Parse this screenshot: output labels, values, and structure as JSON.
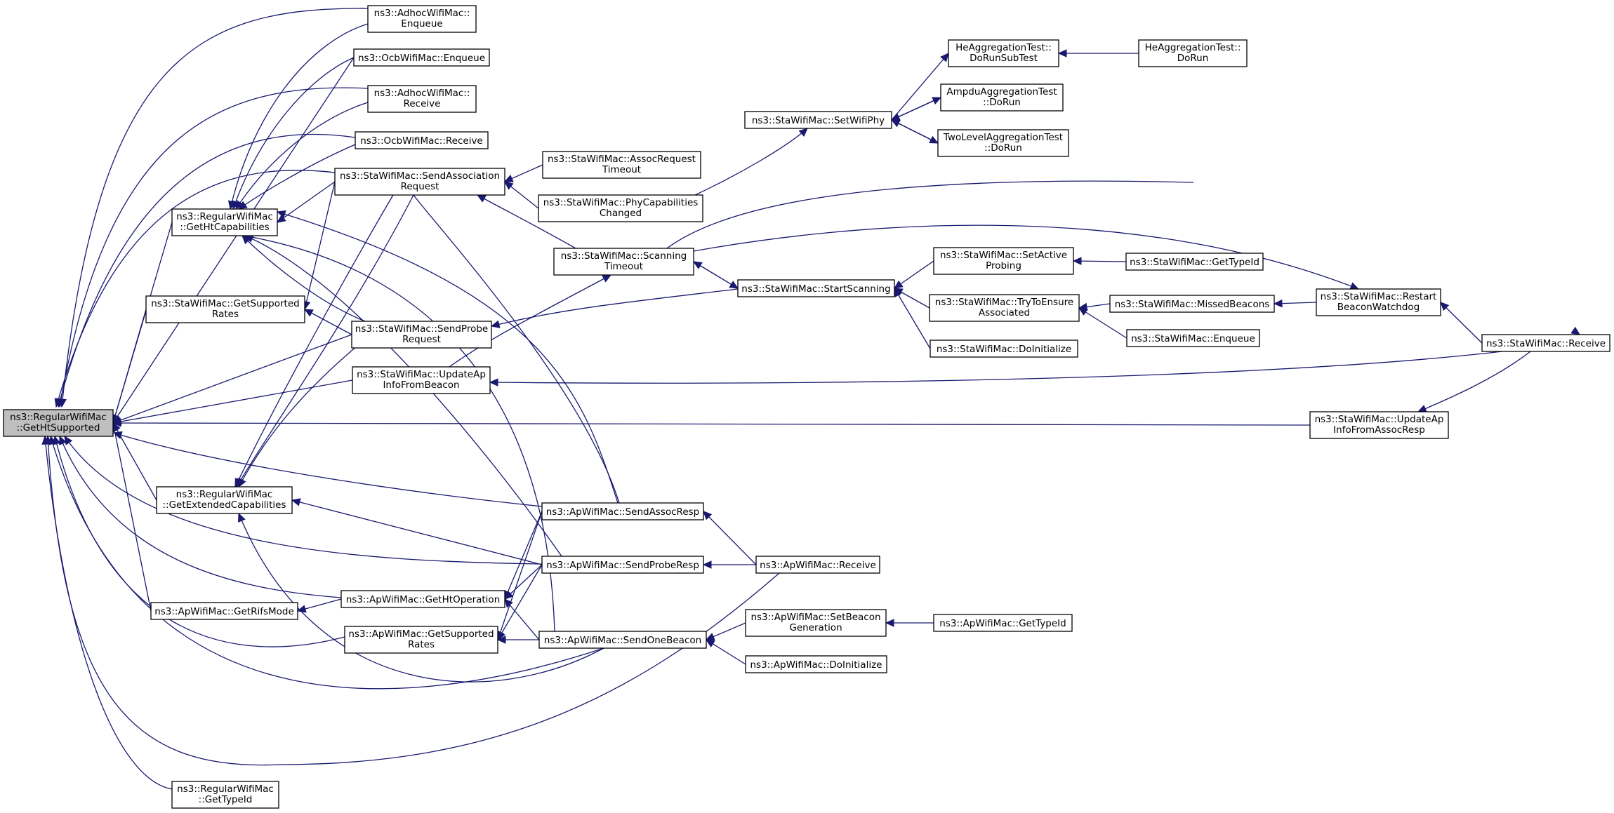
{
  "nodes": [
    {
      "id": "root",
      "lines": [
        "ns3::RegularWifiMac",
        "::GetHtSupported"
      ],
      "root": true
    },
    {
      "id": "adhocEnq",
      "lines": [
        "ns3::AdhocWifiMac::",
        "Enqueue"
      ]
    },
    {
      "id": "ocbEnq",
      "lines": [
        "ns3::OcbWifiMac::Enqueue"
      ]
    },
    {
      "id": "adhocRecv",
      "lines": [
        "ns3::AdhocWifiMac::",
        "Receive"
      ]
    },
    {
      "id": "ocbRecv",
      "lines": [
        "ns3::OcbWifiMac::Receive"
      ]
    },
    {
      "id": "getHtCap",
      "lines": [
        "ns3::RegularWifiMac",
        "::GetHtCapabilities"
      ]
    },
    {
      "id": "sendAssocReq",
      "lines": [
        "ns3::StaWifiMac::SendAssociation",
        "Request"
      ]
    },
    {
      "id": "assocReqTimeout",
      "lines": [
        "ns3::StaWifiMac::AssocRequest",
        "Timeout"
      ]
    },
    {
      "id": "phyCapChanged",
      "lines": [
        "ns3::StaWifiMac::PhyCapabilities",
        "Changed"
      ]
    },
    {
      "id": "setWifiPhy",
      "lines": [
        "ns3::StaWifiMac::SetWifiPhy"
      ]
    },
    {
      "id": "heDoRunSub",
      "lines": [
        "HeAggregationTest::",
        "DoRunSubTest"
      ]
    },
    {
      "id": "heDoRun",
      "lines": [
        "HeAggregationTest::",
        "DoRun"
      ]
    },
    {
      "id": "ampduDoRun",
      "lines": [
        "AmpduAggregationTest",
        "::DoRun"
      ]
    },
    {
      "id": "twoLevelDoRun",
      "lines": [
        "TwoLevelAggregationTest",
        "::DoRun"
      ]
    },
    {
      "id": "staGetSuppRates",
      "lines": [
        "ns3::StaWifiMac::GetSupported",
        "Rates"
      ]
    },
    {
      "id": "scanTimeout",
      "lines": [
        "ns3::StaWifiMac::Scanning",
        "Timeout"
      ]
    },
    {
      "id": "startScanning",
      "lines": [
        "ns3::StaWifiMac::StartScanning"
      ]
    },
    {
      "id": "setActiveProbing",
      "lines": [
        "ns3::StaWifiMac::SetActive",
        "Probing"
      ]
    },
    {
      "id": "staGetTypeId",
      "lines": [
        "ns3::StaWifiMac::GetTypeId"
      ]
    },
    {
      "id": "tryEnsureAssoc",
      "lines": [
        "ns3::StaWifiMac::TryToEnsure",
        "Associated"
      ]
    },
    {
      "id": "missedBeacons",
      "lines": [
        "ns3::StaWifiMac::MissedBeacons"
      ]
    },
    {
      "id": "restartBeacon",
      "lines": [
        "ns3::StaWifiMac::Restart",
        "BeaconWatchdog"
      ]
    },
    {
      "id": "staEnqueue",
      "lines": [
        "ns3::StaWifiMac::Enqueue"
      ]
    },
    {
      "id": "staDoInit",
      "lines": [
        "ns3::StaWifiMac::DoInitialize"
      ]
    },
    {
      "id": "staReceive",
      "lines": [
        "ns3::StaWifiMac::Receive"
      ]
    },
    {
      "id": "sendProbeReq",
      "lines": [
        "ns3::StaWifiMac::SendProbe",
        "Request"
      ]
    },
    {
      "id": "updApFromBeacon",
      "lines": [
        "ns3::StaWifiMac::UpdateAp",
        "InfoFromBeacon"
      ]
    },
    {
      "id": "updApFromAssocResp",
      "lines": [
        "ns3::StaWifiMac::UpdateAp",
        "InfoFromAssocResp"
      ]
    },
    {
      "id": "getExtCap",
      "lines": [
        "ns3::RegularWifiMac",
        "::GetExtendedCapabilities"
      ]
    },
    {
      "id": "sendAssocResp",
      "lines": [
        "ns3::ApWifiMac::SendAssocResp"
      ]
    },
    {
      "id": "sendProbeResp",
      "lines": [
        "ns3::ApWifiMac::SendProbeResp"
      ]
    },
    {
      "id": "apReceive",
      "lines": [
        "ns3::ApWifiMac::Receive"
      ]
    },
    {
      "id": "getRifsMode",
      "lines": [
        "ns3::ApWifiMac::GetRifsMode"
      ]
    },
    {
      "id": "getHtOp",
      "lines": [
        "ns3::ApWifiMac::GetHtOperation"
      ]
    },
    {
      "id": "apGetSuppRates",
      "lines": [
        "ns3::ApWifiMac::GetSupported",
        "Rates"
      ]
    },
    {
      "id": "sendOneBeacon",
      "lines": [
        "ns3::ApWifiMac::SendOneBeacon"
      ]
    },
    {
      "id": "setBeaconGen",
      "lines": [
        "ns3::ApWifiMac::SetBeacon",
        "Generation"
      ]
    },
    {
      "id": "apGetTypeId",
      "lines": [
        "ns3::ApWifiMac::GetTypeId"
      ]
    },
    {
      "id": "apDoInit",
      "lines": [
        "ns3::ApWifiMac::DoInitialize"
      ]
    },
    {
      "id": "regGetTypeId",
      "lines": [
        "ns3::RegularWifiMac",
        "::GetTypeId"
      ]
    }
  ],
  "edges": [
    {
      "from": "adhocEnq",
      "to": "root"
    },
    {
      "from": "ocbEnq",
      "to": "root"
    },
    {
      "from": "adhocRecv",
      "to": "root"
    },
    {
      "from": "ocbRecv",
      "to": "root"
    },
    {
      "from": "sendAssocReq",
      "to": "root"
    },
    {
      "from": "getHtCap",
      "to": "root"
    },
    {
      "from": "staGetSuppRates",
      "to": "root"
    },
    {
      "from": "sendProbeReq",
      "to": "root"
    },
    {
      "from": "updApFromBeacon",
      "to": "root"
    },
    {
      "from": "updApFromAssocResp",
      "to": "root"
    },
    {
      "from": "sendAssocResp",
      "to": "root"
    },
    {
      "from": "getExtCap",
      "to": "root"
    },
    {
      "from": "sendProbeResp",
      "to": "root"
    },
    {
      "from": "getHtOp",
      "to": "root"
    },
    {
      "from": "getRifsMode",
      "to": "root"
    },
    {
      "from": "apGetSuppRates",
      "to": "root"
    },
    {
      "from": "sendOneBeacon",
      "to": "root"
    },
    {
      "from": "apReceive",
      "to": "root"
    },
    {
      "from": "regGetTypeId",
      "to": "root"
    },
    {
      "from": "adhocEnq",
      "to": "getHtCap"
    },
    {
      "from": "ocbEnq",
      "to": "getHtCap"
    },
    {
      "from": "adhocRecv",
      "to": "getHtCap"
    },
    {
      "from": "ocbRecv",
      "to": "getHtCap"
    },
    {
      "from": "sendAssocReq",
      "to": "getHtCap"
    },
    {
      "from": "sendProbeReq",
      "to": "getHtCap"
    },
    {
      "from": "sendAssocResp",
      "to": "getHtCap"
    },
    {
      "from": "sendProbeResp",
      "to": "getHtCap"
    },
    {
      "from": "sendOneBeacon",
      "to": "getHtCap"
    },
    {
      "from": "assocReqTimeout",
      "to": "sendAssocReq"
    },
    {
      "from": "phyCapChanged",
      "to": "sendAssocReq"
    },
    {
      "from": "scanTimeout",
      "to": "sendAssocReq"
    },
    {
      "from": "phyCapChanged",
      "to": "setWifiPhy"
    },
    {
      "from": "setWifiPhy",
      "to": "heDoRunSub"
    },
    {
      "from": "setWifiPhy",
      "to": "ampduDoRun"
    },
    {
      "from": "setWifiPhy",
      "to": "twoLevelDoRun"
    },
    {
      "from": "heDoRun",
      "to": "heDoRunSub"
    },
    {
      "from": "ampduDoRun",
      "to": "setWifiPhy"
    },
    {
      "from": "twoLevelDoRun",
      "to": "setWifiPhy"
    },
    {
      "from": "startScanning",
      "to": "scanTimeout"
    },
    {
      "from": "scanTimeout",
      "to": "startScanning"
    },
    {
      "from": "setActiveProbing",
      "to": "startScanning"
    },
    {
      "from": "tryEnsureAssoc",
      "to": "startScanning"
    },
    {
      "from": "staDoInit",
      "to": "startScanning"
    },
    {
      "from": "staGetTypeId",
      "to": "setActiveProbing"
    },
    {
      "from": "missedBeacons",
      "to": "tryEnsureAssoc"
    },
    {
      "from": "staEnqueue",
      "to": "tryEnsureAssoc"
    },
    {
      "from": "restartBeacon",
      "to": "missedBeacons"
    },
    {
      "from": "staReceive",
      "to": "restartBeacon"
    },
    {
      "from": "scanTimeout",
      "to": "restartBeacon"
    },
    {
      "from": "scanTimeout",
      "to": "staReceive"
    },
    {
      "from": "staReceive",
      "to": "updApFromBeacon"
    },
    {
      "from": "staReceive",
      "to": "updApFromAssocResp"
    },
    {
      "from": "updApFromBeacon",
      "to": "scanTimeout"
    },
    {
      "from": "startScanning",
      "to": "sendProbeReq"
    },
    {
      "from": "sendProbeReq",
      "to": "staGetSuppRates"
    },
    {
      "from": "sendAssocReq",
      "to": "staGetSuppRates"
    },
    {
      "from": "sendAssocReq",
      "to": "getExtCap"
    },
    {
      "from": "sendProbeReq",
      "to": "getExtCap"
    },
    {
      "from": "sendAssocResp",
      "to": "getExtCap"
    },
    {
      "from": "sendProbeResp",
      "to": "getExtCap"
    },
    {
      "from": "sendOneBeacon",
      "to": "getExtCap"
    },
    {
      "from": "apReceive",
      "to": "sendAssocResp"
    },
    {
      "from": "apReceive",
      "to": "sendProbeResp"
    },
    {
      "from": "sendAssocResp",
      "to": "getHtOp"
    },
    {
      "from": "sendProbeResp",
      "to": "getHtOp"
    },
    {
      "from": "sendOneBeacon",
      "to": "getHtOp"
    },
    {
      "from": "getHtOp",
      "to": "getRifsMode"
    },
    {
      "from": "sendAssocResp",
      "to": "apGetSuppRates"
    },
    {
      "from": "sendProbeResp",
      "to": "apGetSuppRates"
    },
    {
      "from": "sendOneBeacon",
      "to": "apGetSuppRates"
    },
    {
      "from": "setBeaconGen",
      "to": "sendOneBeacon"
    },
    {
      "from": "apDoInit",
      "to": "sendOneBeacon"
    },
    {
      "from": "apGetTypeId",
      "to": "setBeaconGen"
    }
  ]
}
